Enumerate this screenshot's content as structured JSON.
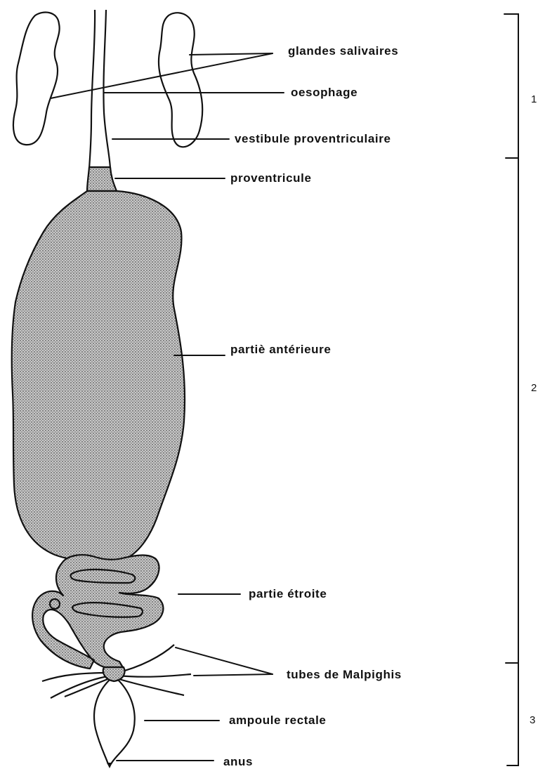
{
  "labels": {
    "glandes_salivaires": "glandes salivaires",
    "oesophage": "oesophage",
    "vestibule": "vestibule proventriculaire",
    "proventricule": "proventricule",
    "partie_anterieure": "partiè antérieure",
    "partie_etroite": "partie étroite",
    "tubes_malpighis": "tubes de Malpighis",
    "ampoule_rectale": "ampoule rectale",
    "anus": "anus"
  },
  "regions": [
    "1",
    "2",
    "3"
  ],
  "colors": {
    "ink": "#111111",
    "stipple": "#8a8a8a",
    "background": "#ffffff"
  }
}
